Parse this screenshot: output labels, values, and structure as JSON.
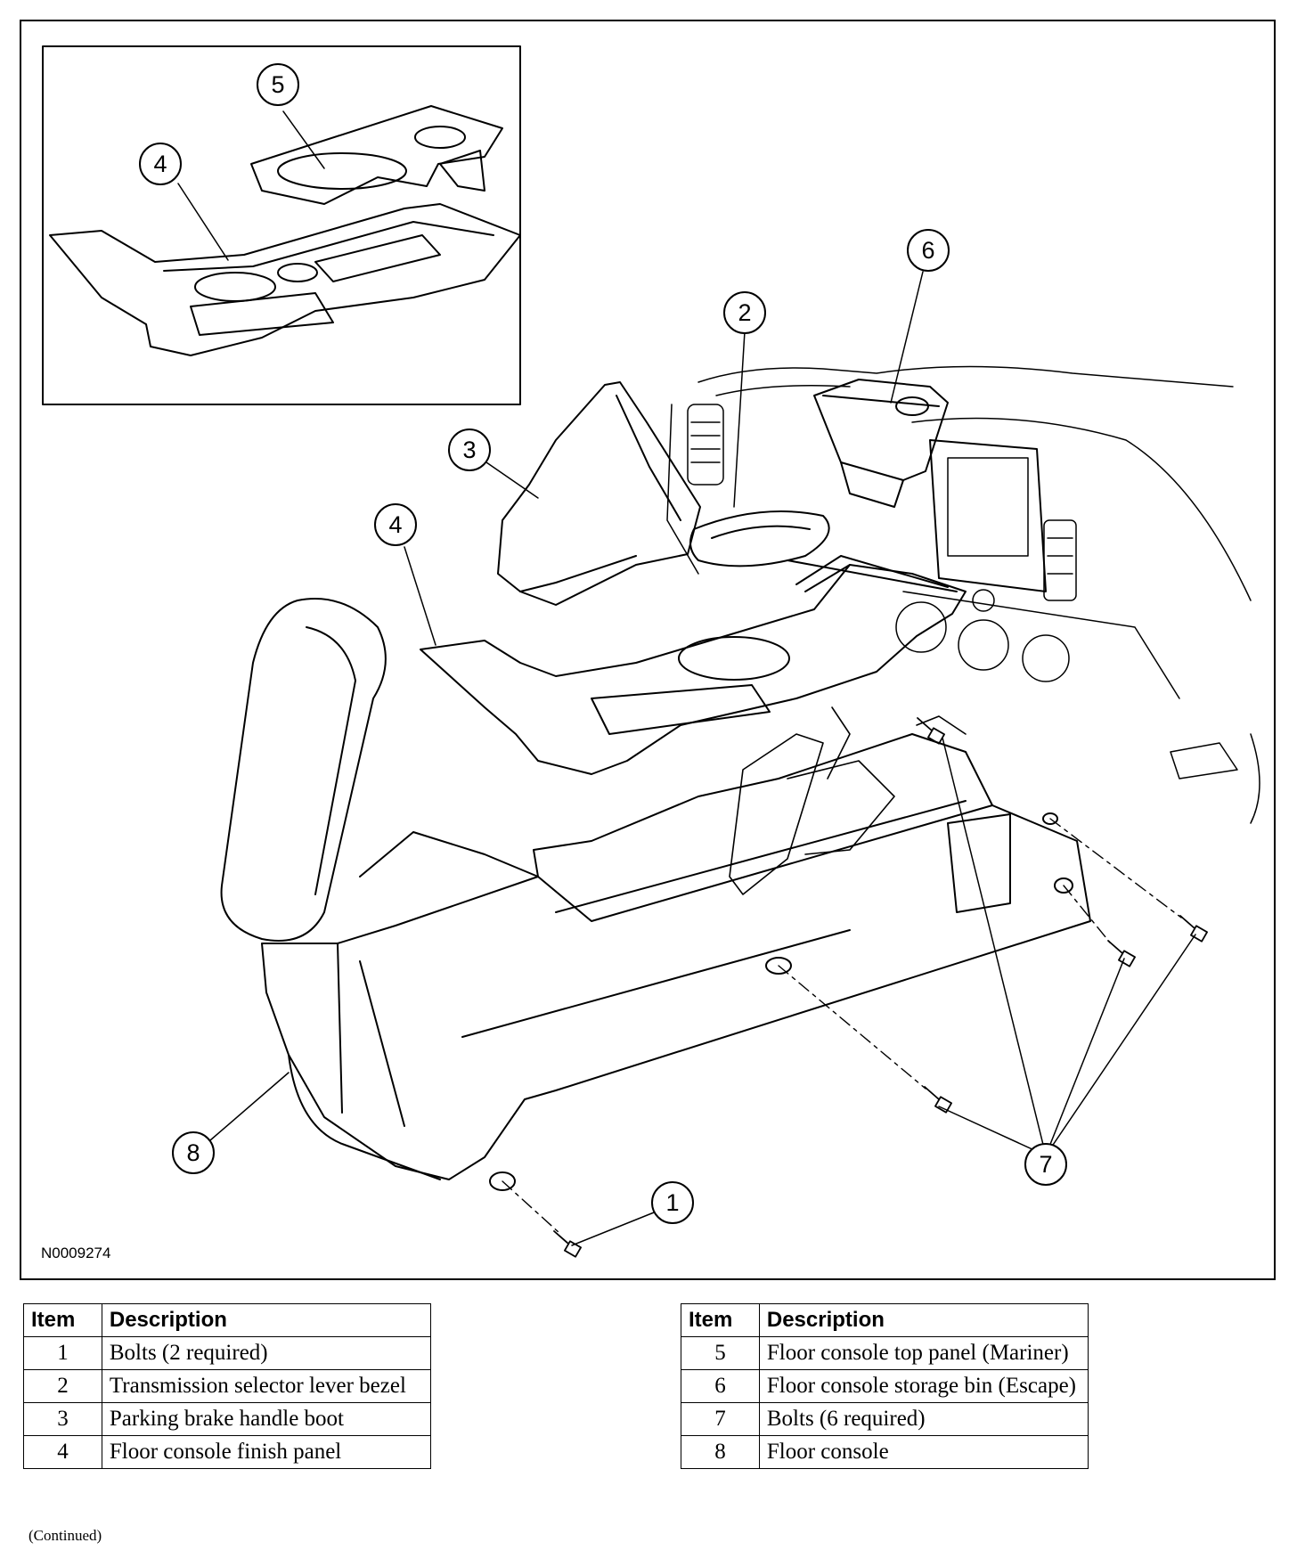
{
  "figure": {
    "id": "N0009274",
    "callouts": [
      "5",
      "4",
      "6",
      "2",
      "3",
      "4",
      "8",
      "1",
      "7"
    ]
  },
  "legend": {
    "header_item": "Item",
    "header_description": "Description",
    "left_rows": [
      {
        "item": "1",
        "description": "Bolts (2 required)"
      },
      {
        "item": "2",
        "description": "Transmission selector lever bezel"
      },
      {
        "item": "3",
        "description": "Parking brake handle boot"
      },
      {
        "item": "4",
        "description": "Floor console finish panel"
      }
    ],
    "right_rows": [
      {
        "item": "5",
        "description": "Floor console top panel (Mariner)"
      },
      {
        "item": "6",
        "description": "Floor console storage bin (Escape)"
      },
      {
        "item": "7",
        "description": "Bolts (6 required)"
      },
      {
        "item": "8",
        "description": "Floor console"
      }
    ]
  },
  "footer": {
    "continued": "(Continued)"
  }
}
